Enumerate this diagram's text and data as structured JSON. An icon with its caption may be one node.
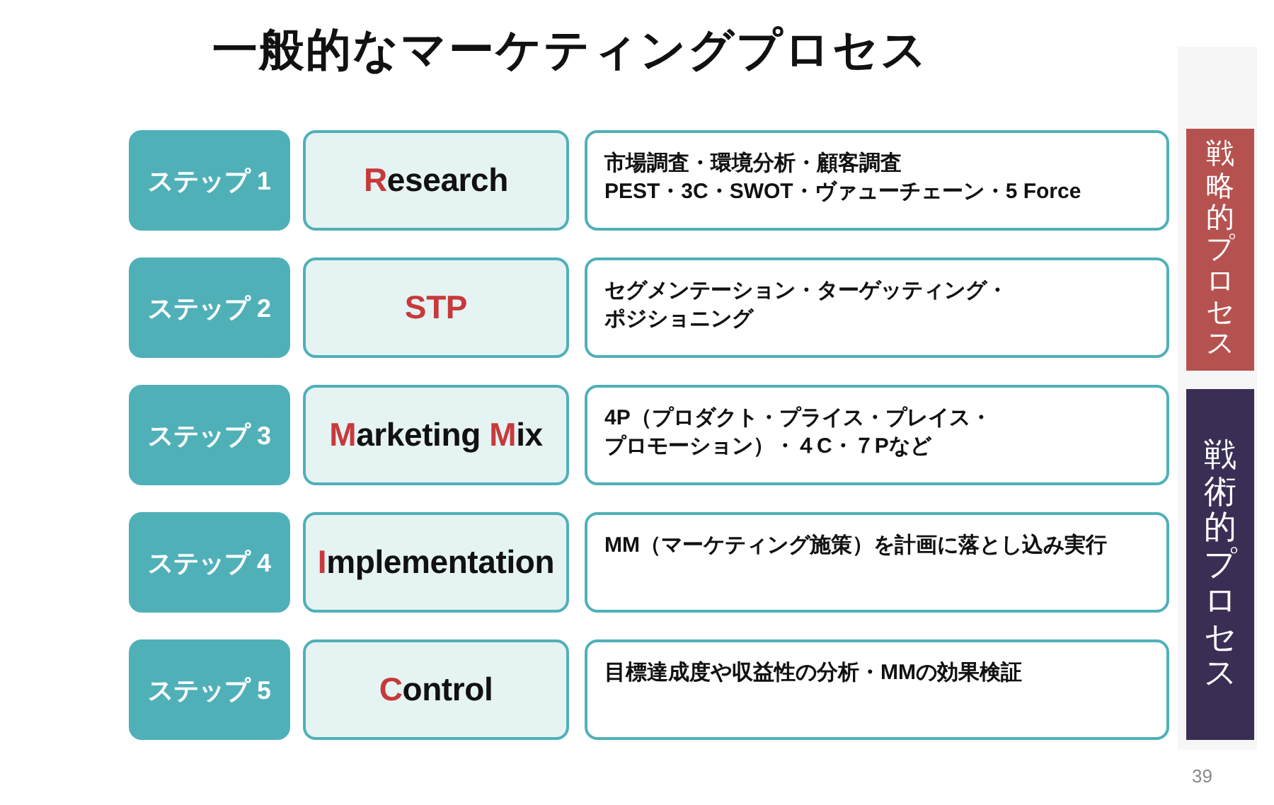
{
  "diagram": {
    "title": "一般的なマーケティングプロセス",
    "nodes": [
      {
        "text": [
          "ステップ 1"
        ]
      },
      {
        "text": [
          "Research"
        ]
      },
      {
        "text": [
          "市場調査・環境分析・顧客調査",
          "PEST・3C・SWOT・ヴァューチェーン・5 Force"
        ]
      },
      {
        "text": [
          "ステップ 2"
        ]
      },
      {
        "text": [
          "STP"
        ]
      },
      {
        "text": [
          "セグメンテーション・ターゲッティング・ポジショニング"
        ]
      },
      {
        "text": [
          "ステップ 3"
        ]
      },
      {
        "text": [
          "Marketing Mix"
        ]
      },
      {
        "text": [
          "4P（プロダクト・プライス・プレイス・プロモーション）・４C・７Pなど"
        ]
      },
      {
        "text": [
          "ステップ 4"
        ]
      },
      {
        "text": [
          "Implementation"
        ]
      },
      {
        "text": [
          "MM（マーケティング施策）を計画に落とし込み実行"
        ]
      },
      {
        "text": [
          "ステップ 5"
        ]
      },
      {
        "text": [
          "Control"
        ]
      },
      {
        "text": [
          "目標達成度や収益性の分析・MMの効果検証"
        ]
      },
      {
        "text": [
          "戦略的プロセス"
        ]
      },
      {
        "text": [
          "戦術的プロセス"
        ]
      }
    ],
    "labels": [
      "39"
    ]
  }
}
